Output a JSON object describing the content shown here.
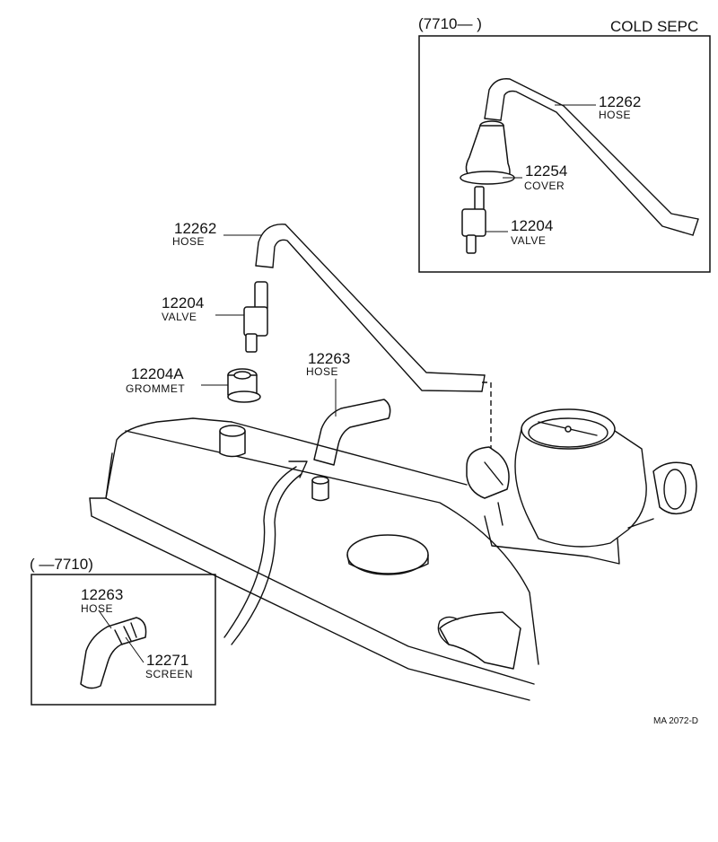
{
  "inset_top": {
    "header_left": "(7710—        )",
    "header_right": "COLD SEPC",
    "parts": [
      {
        "number": "12262",
        "name": "HOSE"
      },
      {
        "number": "12254",
        "name": "COVER"
      },
      {
        "number": "12204",
        "name": "VALVE"
      }
    ]
  },
  "main": {
    "parts": [
      {
        "number": "12262",
        "name": "HOSE"
      },
      {
        "number": "12204",
        "name": "VALVE"
      },
      {
        "number": "12204A",
        "name": "GROMMET"
      },
      {
        "number": "12263",
        "name": "HOSE"
      }
    ]
  },
  "inset_bottom": {
    "header_left": "(        —7710)",
    "parts": [
      {
        "number": "12263",
        "name": "HOSE"
      },
      {
        "number": "12271",
        "name": "SCREEN"
      }
    ]
  },
  "figure_code": "MA 2072-D"
}
